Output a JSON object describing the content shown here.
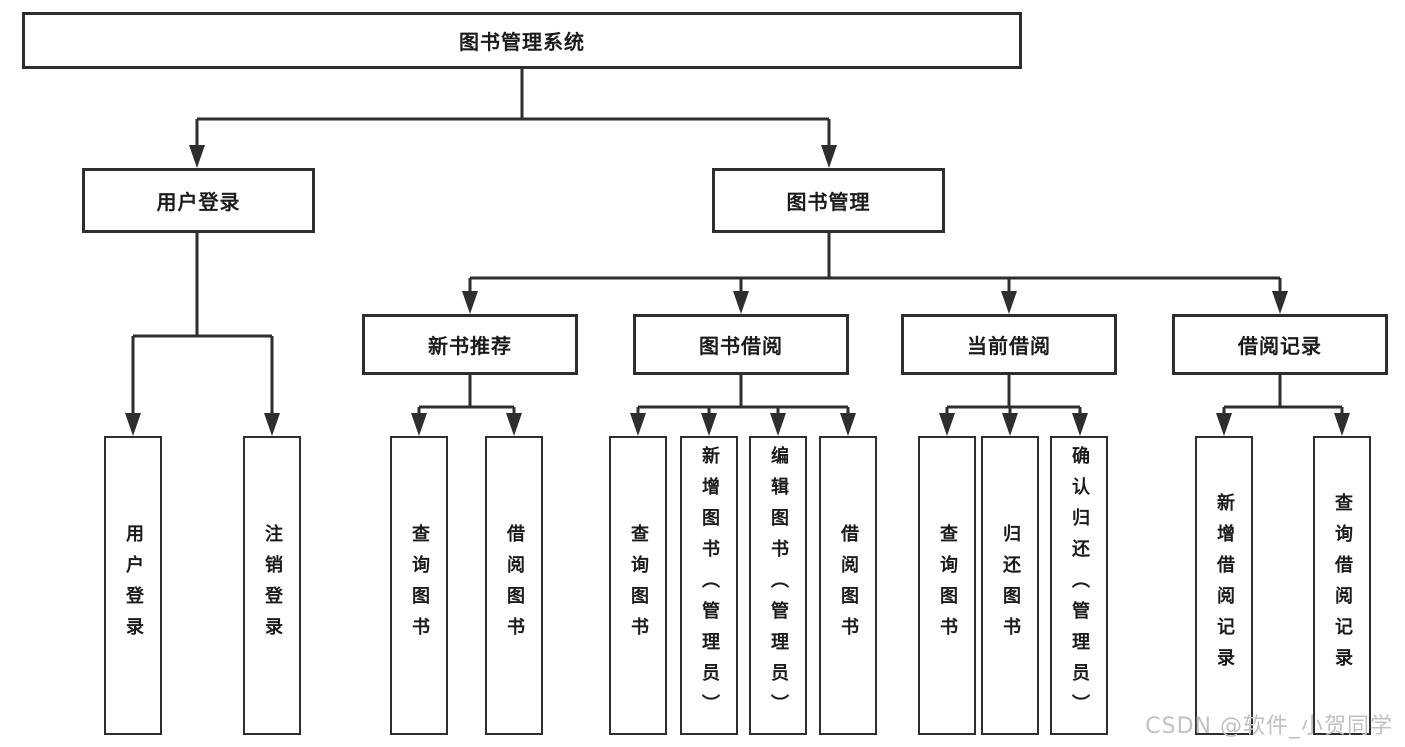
{
  "colors": {
    "line": "#2e2e2e",
    "text": "#1b1b1b",
    "background": "#ffffff",
    "watermark": "#c1c1c1"
  },
  "diagram": {
    "root": "图书管理系统",
    "level2": [
      "用户登录",
      "图书管理"
    ],
    "level3": [
      "新书推荐",
      "图书借阅",
      "当前借阅",
      "借阅记录"
    ],
    "leaves": [
      "用户登录",
      "注销登录",
      "查询图书",
      "借阅图书",
      "查询图书",
      "新增图书（管理员）",
      "编辑图书（管理员）",
      "借阅图书",
      "查询图书",
      "归还图书",
      "确认归还（管理员）",
      "新增借阅记录",
      "查询借阅记录"
    ]
  },
  "watermark": "CSDN @软件_小贺同学"
}
